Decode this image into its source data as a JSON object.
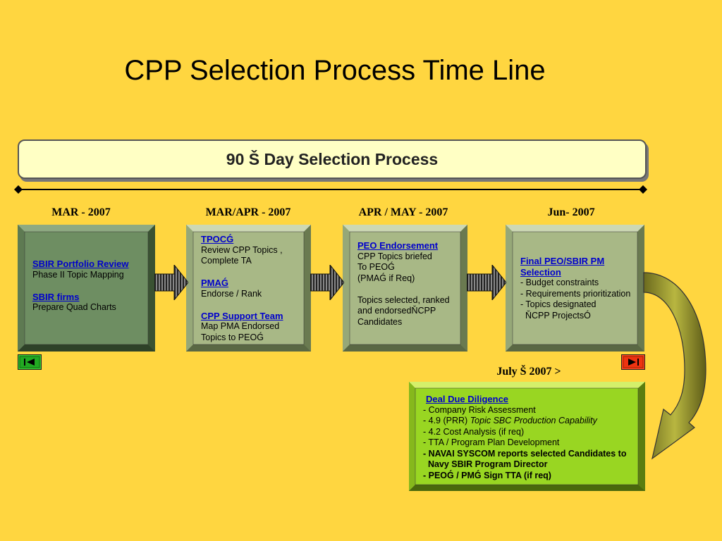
{
  "title": "CPP Selection Process Time Line",
  "banner": "90 Š Day Selection Process",
  "dates": [
    "MAR - 2007",
    "MAR/APR - 2007",
    "APR / MAY - 2007",
    "Jun- 2007",
    "July Š 2007 >"
  ],
  "stage1": {
    "h1": "SBIR Portfolio Review",
    "t1": "Phase II Topic Mapping",
    "h2": "SBIR firms",
    "t2": "Prepare Quad Charts"
  },
  "stage2": {
    "h1": "TPOCǴ",
    "l1": "Review  CPP Topics ,",
    "l2": "Complete TA",
    "h2": "PMAǴ",
    "l3": "Endorse / Rank",
    "h3": "CPP Support Team",
    "l4": "Map PMA Endorsed",
    "l5": "Topics to PEOǴ"
  },
  "stage3": {
    "h1": "PEO Endorsement",
    "l1": "CPP Topics briefed",
    "l2": "To PEOǴ",
    "l3": "(PMAǴ if Req)",
    "l4": "Topics selected, ranked",
    "l5": "and endorsedŇCPP",
    "l6": "Candidates"
  },
  "stage4": {
    "h1a": "Final PEO/SBIR PM",
    "h1b": "Selection",
    "l1": "- Budget constraints",
    "l2": "- Requirements prioritization",
    "l3": "- Topics designated",
    "l4": "  ŇCPP ProjectsÓ"
  },
  "stage5": {
    "h1": "Deal Due Diligence",
    "l1": "- Company Risk Assessment",
    "l2a": "- 4.9 (PRR) ",
    "l2b": "Topic SBC Production Capability",
    "l3": "- 4.2 Cost Analysis (if req)",
    "l4": "- TTA  / Program Plan Development",
    "l5": "- NAVAI SYSCOM reports selected Candidates to",
    "l6": "  Navy SBIR Program Director",
    "l7": "- PEOǴ / PMǴ Sign TTA (if req)"
  },
  "colors": {
    "background": "#FFD640",
    "stage1_fill": "#6E8E62",
    "stage_fill": "#A8B886",
    "stage5_fill": "#99D622",
    "link": "#0000CC"
  }
}
